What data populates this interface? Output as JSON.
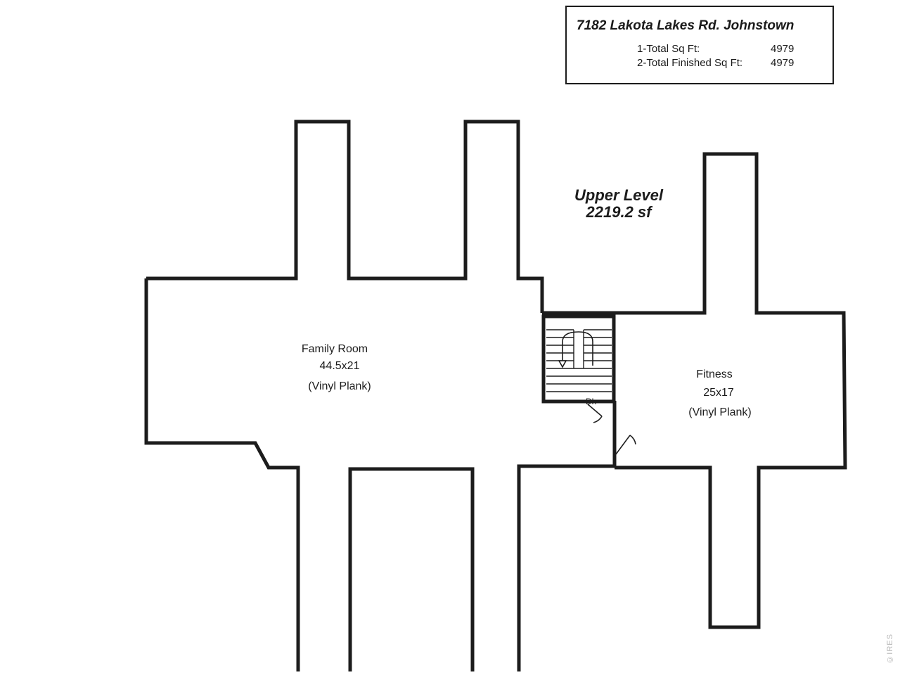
{
  "info_box": {
    "address": "7182 Lakota Lakes Rd. Johnstown",
    "rows": [
      {
        "label": "1-Total Sq Ft:",
        "value": "4979"
      },
      {
        "label": "2-Total Finished Sq Ft:",
        "value": "4979"
      }
    ]
  },
  "level": {
    "name": "Upper Level",
    "area": "2219.2 sf"
  },
  "rooms": [
    {
      "name": "Family Room",
      "dims": "44.5x21",
      "floor": "(Vinyl Plank)"
    },
    {
      "name": "Fitness",
      "dims": "25x17",
      "floor": "(Vinyl Plank)"
    }
  ],
  "symbols": {
    "dh": "Dh"
  },
  "watermark": "©IRES"
}
